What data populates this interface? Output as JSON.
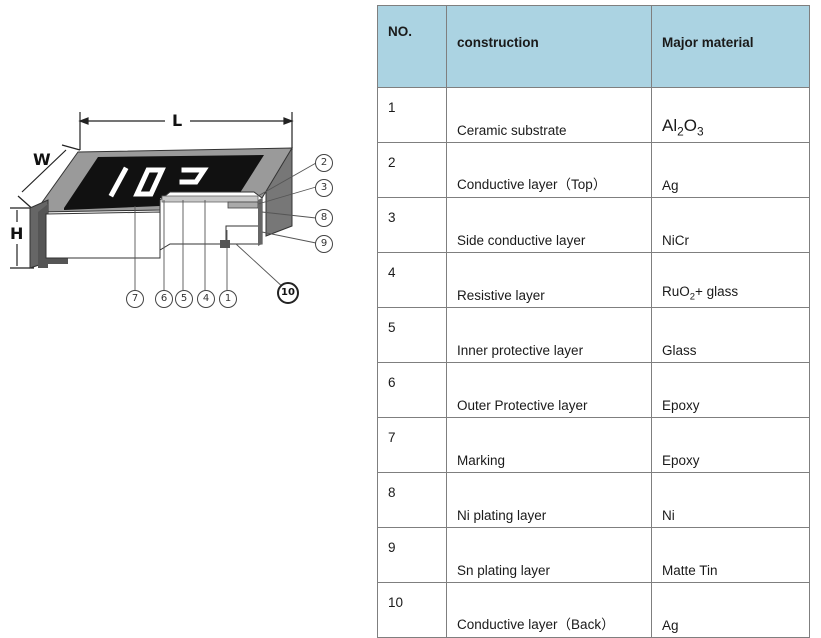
{
  "diagram": {
    "dimensions": {
      "length": "L",
      "width": "W",
      "height": "H"
    },
    "marking": "103",
    "callouts": [
      "2",
      "3",
      "8",
      "9",
      "10",
      "7",
      "6",
      "5",
      "4",
      "1"
    ]
  },
  "table": {
    "headers": {
      "no": "NO.",
      "construction": "construction",
      "material": "Major material"
    },
    "rows": [
      {
        "no": "1",
        "construction": "Ceramic substrate",
        "material": "Al2O3"
      },
      {
        "no": "2",
        "construction": "Conductive layer（Top）",
        "material": "Ag"
      },
      {
        "no": "3",
        "construction": "Side conductive layer",
        "material": "NiCr"
      },
      {
        "no": "4",
        "construction": "Resistive layer",
        "material": "RuO2+ glass"
      },
      {
        "no": "5",
        "construction": "Inner protective layer",
        "material": "Glass"
      },
      {
        "no": "6",
        "construction": "Outer Protective layer",
        "material": "Epoxy"
      },
      {
        "no": "7",
        "construction": "Marking",
        "material": "Epoxy"
      },
      {
        "no": "8",
        "construction": "Ni plating layer",
        "material": "Ni"
      },
      {
        "no": "9",
        "construction": "Sn plating layer",
        "material": "Matte Tin"
      },
      {
        "no": "10",
        "construction": "Conductive layer（Back）",
        "material": "Ag"
      }
    ]
  }
}
